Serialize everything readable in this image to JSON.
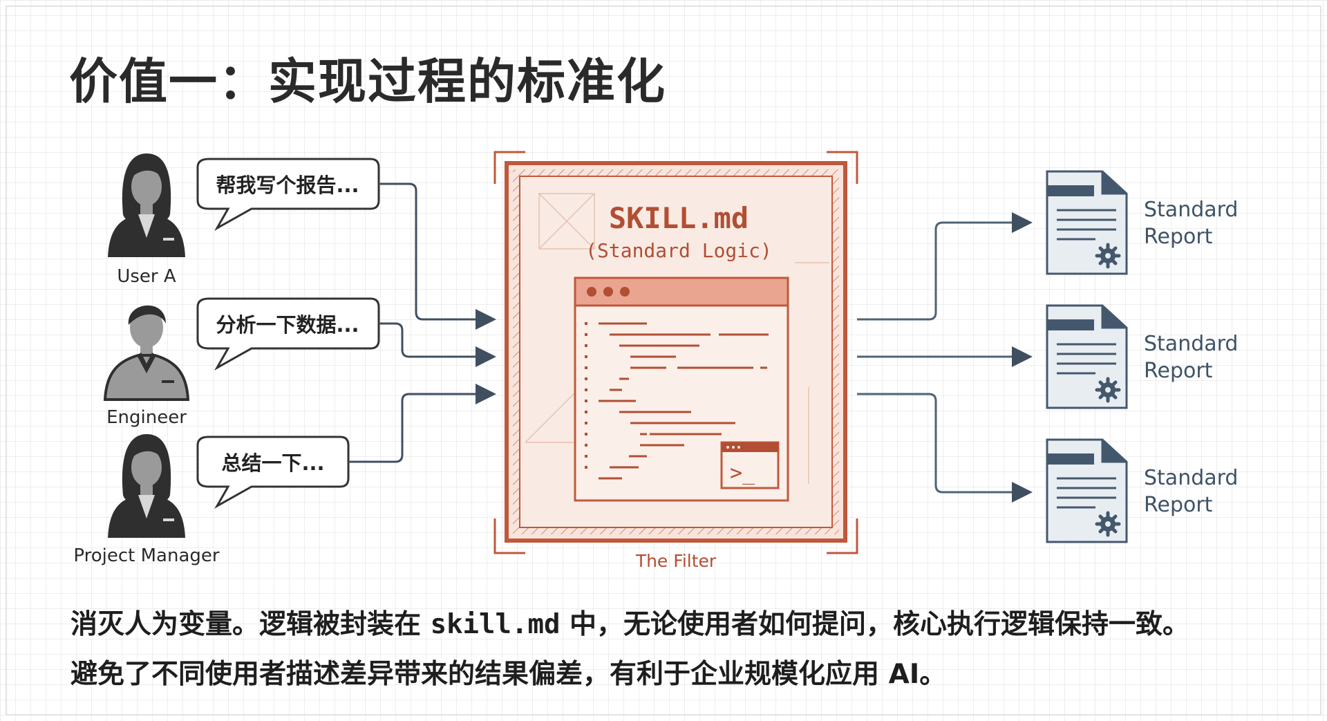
{
  "title": "价值一：实现过程的标准化",
  "users": [
    {
      "name": "User A",
      "bubble": "帮我写个报告..."
    },
    {
      "name": "Engineer",
      "bubble": "分析一下数据..."
    },
    {
      "name": "Project Manager",
      "bubble": "总结一下..."
    }
  ],
  "filter": {
    "filename": "SKILL.md",
    "subtitle": "(Standard Logic)",
    "label": "The Filter",
    "terminal_prompt": ">_"
  },
  "outputs": [
    {
      "line1": "Standard",
      "line2": "Report"
    },
    {
      "line1": "Standard",
      "line2": "Report"
    },
    {
      "line1": "Standard",
      "line2": "Report"
    }
  ],
  "caption": {
    "line1_before": "消灭人为变量。逻辑被封装在",
    "line1_code": "skill.md",
    "line1_after": "中，无论使用者如何提问，核心执行逻辑保持一致。",
    "line2": "避免了不同使用者描述差异带来的结果偏差，有利于企业规模化应用 AI。"
  },
  "colors": {
    "accent": "#c0583a",
    "arrow": "#4f6275",
    "doc_fill": "#e8edf2",
    "doc_header": "#44586d",
    "person": "#2f2f2f"
  }
}
